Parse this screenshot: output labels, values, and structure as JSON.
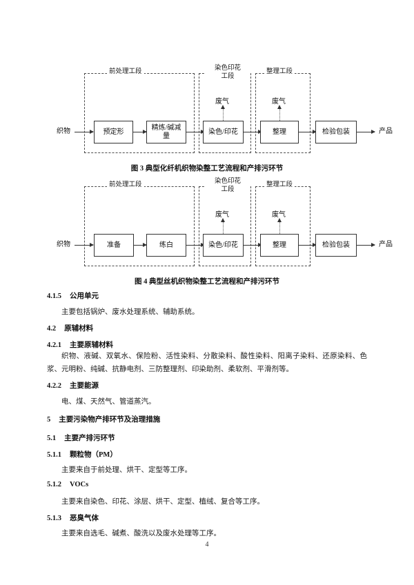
{
  "page": {
    "number": "4"
  },
  "figure3": {
    "caption": "图 3   典型化纤机织物染整工艺流程和产排污环节",
    "input_label": "织物",
    "output_label": "产品",
    "stages": [
      {
        "label": "前处理工段"
      },
      {
        "label": "染色印花\n工段"
      },
      {
        "label": "整理工段"
      }
    ],
    "boxes": [
      {
        "label": "预定形"
      },
      {
        "label": "精炼/碱减\n量"
      },
      {
        "label": "染色/印花"
      },
      {
        "label": "整理"
      },
      {
        "label": "检验包装"
      }
    ],
    "emissions": [
      {
        "label": "废气"
      },
      {
        "label": "废气"
      }
    ]
  },
  "figure4": {
    "caption": "图 4   典型丝机织物染整工艺流程和产排污环节",
    "input_label": "织物",
    "output_label": "产品",
    "stages": [
      {
        "label": "前处理工段"
      },
      {
        "label": "染色印花\n工段"
      },
      {
        "label": "整理工段"
      }
    ],
    "boxes": [
      {
        "label": "准备"
      },
      {
        "label": "练白"
      },
      {
        "label": "染色/印花"
      },
      {
        "label": "整理"
      },
      {
        "label": "检验包装"
      }
    ],
    "emissions": [
      {
        "label": "废气"
      },
      {
        "label": "废气"
      }
    ]
  },
  "sections": [
    {
      "id": "s415",
      "num": "4.1.5",
      "title": "公用单元"
    },
    {
      "id": "p415",
      "text": "主要包括锅炉、废水处理系统、辅助系统。"
    },
    {
      "id": "s42",
      "num": "4.2",
      "title": "原辅材料"
    },
    {
      "id": "s421",
      "num": "4.2.1",
      "title": "主要原辅材料"
    },
    {
      "id": "p421",
      "text": "织物、液碱、双氧水、保险粉、活性染料、分散染料、酸性染料、阳离子染料、还原染料、色浆、元明粉、纯碱、抗静电剂、三防整理剂、印染助剂、柔软剂、平滑剂等。"
    },
    {
      "id": "s422",
      "num": "4.2.2",
      "title": "主要能源"
    },
    {
      "id": "p422",
      "text": "电、煤、天然气、管道蒸汽。"
    },
    {
      "id": "s5",
      "num": "5",
      "title": "主要污染物产排环节及治理措施"
    },
    {
      "id": "s51",
      "num": "5.1",
      "title": "主要产排污环节"
    },
    {
      "id": "s511",
      "num": "5.1.1",
      "title": "颗粒物（PM）"
    },
    {
      "id": "p511",
      "text": "主要来自于前处理、烘干、定型等工序。"
    },
    {
      "id": "s512",
      "num": "5.1.2",
      "title": "VOCs"
    },
    {
      "id": "p512",
      "text": "主要来自染色、印花、涂层、烘干、定型、植绒、复合等工序。"
    },
    {
      "id": "s513",
      "num": "5.1.3",
      "title": "恶臭气体"
    },
    {
      "id": "p513",
      "text": "主要来自选毛、碱煮、酸洗以及废水处理等工序。"
    }
  ]
}
